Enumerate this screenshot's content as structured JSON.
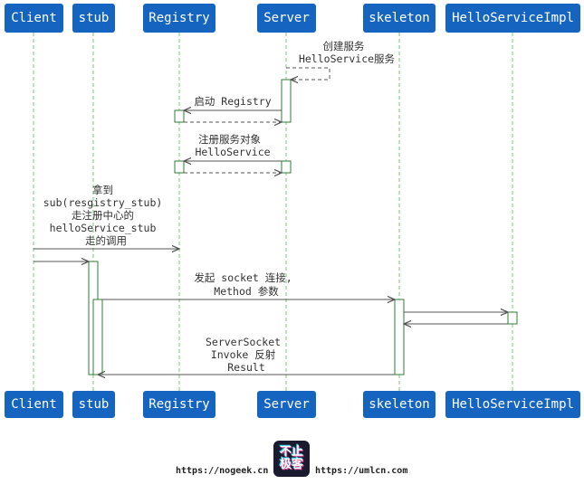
{
  "participants": [
    "Client",
    "stub",
    "Registry",
    "Server",
    "skeleton",
    "HelloServiceImpl"
  ],
  "messages": {
    "m1": [
      "创建服务",
      "HelloService服务"
    ],
    "m2": [
      "启动 Registry"
    ],
    "m3": [
      "注册服务对象",
      "HelloService"
    ],
    "m4": [
      "拿到",
      "sub(resgistry_stub)",
      "走注册中心的",
      "helloService_stub",
      "走的调用"
    ],
    "m5": [
      "发起 socket 连接,",
      "Method 参数"
    ],
    "m6": [
      "ServerSocket",
      "Invoke 反射",
      "Result"
    ]
  },
  "footer": {
    "left_link": "https://nogeek.cn",
    "right_link": "https://umlcn.com",
    "logo_text": "不止\n极客"
  },
  "colors": {
    "participant_bg": "#1565c0",
    "participant_text": "#ffffff",
    "lifeline": "#7cc47c",
    "activation_border": "#2e7d32",
    "arrow": "#555555"
  }
}
